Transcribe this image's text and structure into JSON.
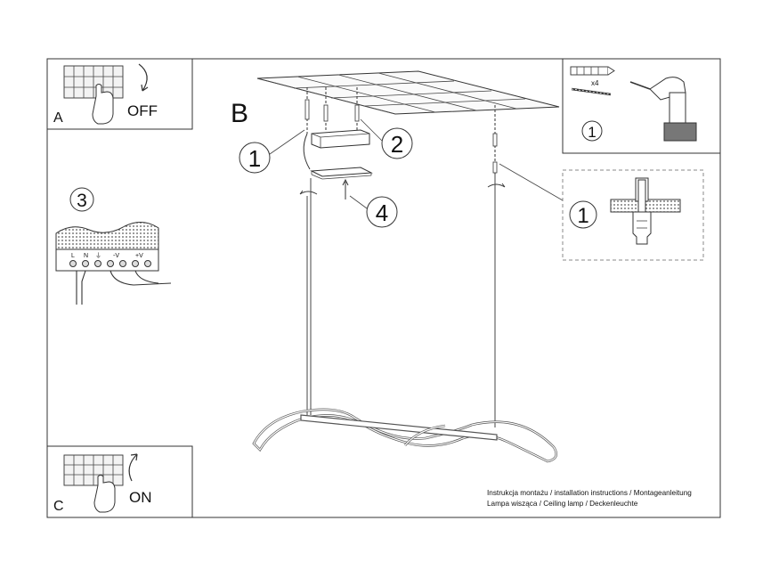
{
  "step_a": {
    "letter": "A",
    "caption": "OFF"
  },
  "step_c": {
    "letter": "C",
    "caption": "ON"
  },
  "step_b": {
    "letter": "B"
  },
  "wiring": {
    "step_number": "3",
    "terminal_labels": [
      "L",
      "N",
      "⏚",
      "-V",
      "+V"
    ]
  },
  "callouts": {
    "bracket_screw": "1",
    "canopy": "2",
    "cable_grip": "4"
  },
  "parts_box": {
    "quantity": "x4",
    "step_number": "1"
  },
  "detail_box": {
    "step_number": "1"
  },
  "footer": {
    "line1": "Instrukcja montażu / installation instructions / Montageanleitung",
    "line2": "Lampa wisząca / Ceiling lamp / Deckenleuchte"
  },
  "colors": {
    "line": "#222222",
    "lamp_outline": "#555555",
    "dashed_box": "#888888"
  },
  "icons": [
    "circuit-breaker-icon",
    "hand-icon",
    "rotate-arrow-icon",
    "wall-plug-icon",
    "screw-icon",
    "drill-icon"
  ]
}
